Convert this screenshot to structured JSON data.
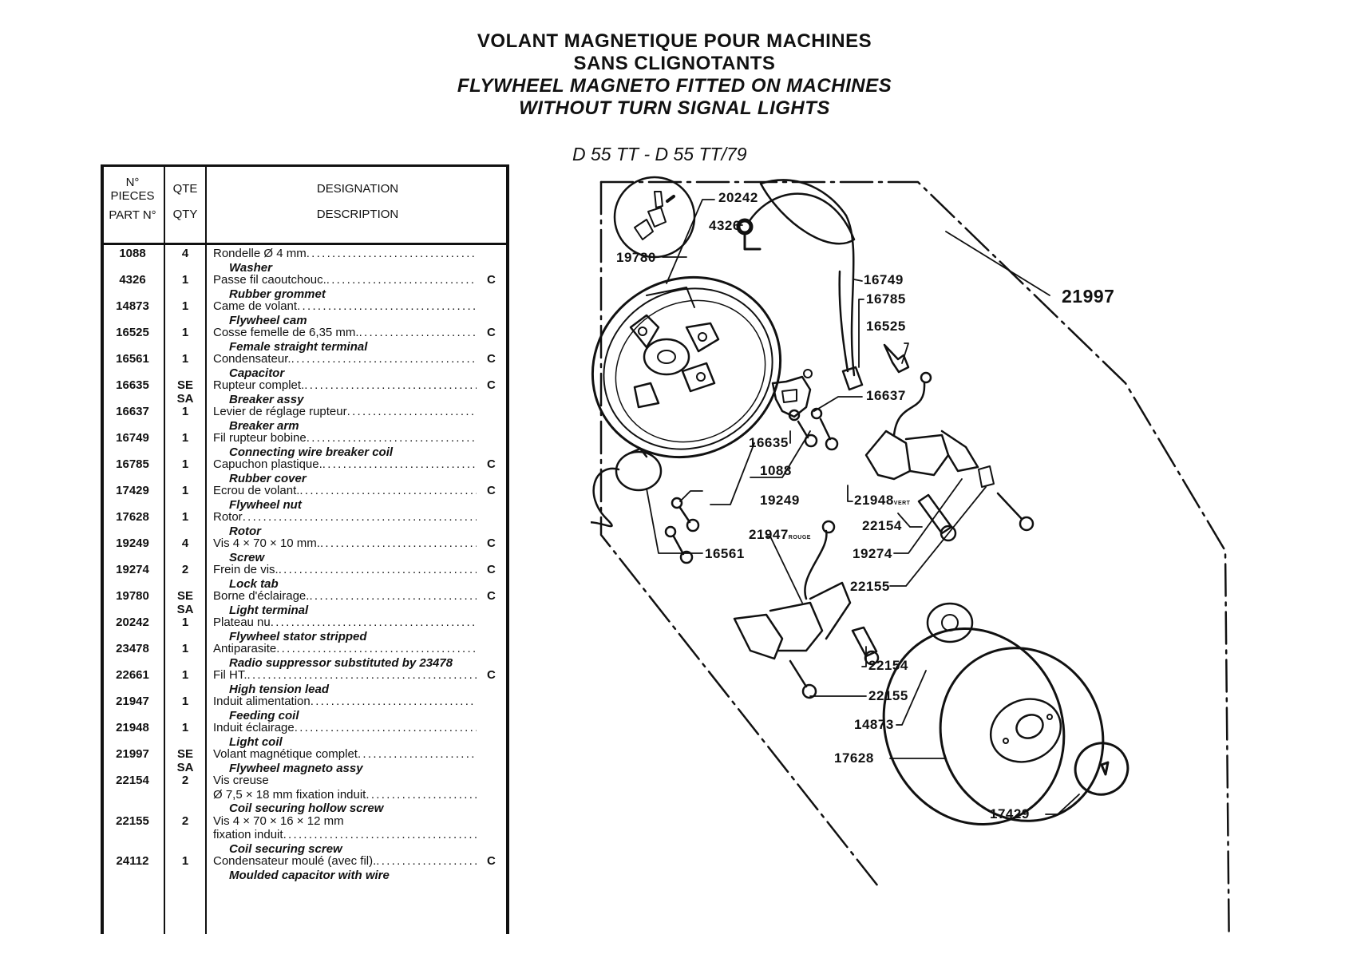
{
  "titles": {
    "line1": "VOLANT MAGNETIQUE POUR MACHINES",
    "line2": "SANS CLIGNOTANTS",
    "line3": "FLYWHEEL MAGNETO FITTED ON MACHINES",
    "line4": "WITHOUT TURN SIGNAL LIGHTS"
  },
  "model": "D 55 TT - D 55 TT/79",
  "table": {
    "headers": {
      "part_fr_1": "N°",
      "part_fr_2": "PIECES",
      "part_en": "PART N°",
      "qty_fr": "QTE",
      "qty_en": "QTY",
      "desc_fr": "DESIGNATION",
      "desc_en": "DESCRIPTION"
    },
    "rows": [
      {
        "part": "1088",
        "qty": "4",
        "qty2": "",
        "fr": "Rondelle Ø 4 mm",
        "fr2": "",
        "en": "Washer",
        "c": ""
      },
      {
        "part": "4326",
        "qty": "1",
        "qty2": "",
        "fr": "Passe fil caoutchouc.",
        "fr2": "",
        "en": "Rubber grommet",
        "c": "C"
      },
      {
        "part": "14873",
        "qty": "1",
        "qty2": "",
        "fr": "Came de volant",
        "fr2": "",
        "en": "Flywheel cam",
        "c": ""
      },
      {
        "part": "16525",
        "qty": "1",
        "qty2": "",
        "fr": "Cosse femelle de 6,35 mm.",
        "fr2": "",
        "en": "Female straight terminal",
        "c": "C"
      },
      {
        "part": "16561",
        "qty": "1",
        "qty2": "",
        "fr": "Condensateur.",
        "fr2": "",
        "en": "Capacitor",
        "c": "C"
      },
      {
        "part": "16635",
        "qty": "SE",
        "qty2": "SA",
        "fr": "Rupteur complet.",
        "fr2": "",
        "en": "Breaker assy",
        "c": "C"
      },
      {
        "part": "16637",
        "qty": "1",
        "qty2": "",
        "fr": "Levier de réglage rupteur",
        "fr2": "",
        "en": "Breaker arm",
        "c": ""
      },
      {
        "part": "16749",
        "qty": "1",
        "qty2": "",
        "fr": "Fil rupteur bobine",
        "fr2": "",
        "en": "Connecting wire breaker coil",
        "c": ""
      },
      {
        "part": "16785",
        "qty": "1",
        "qty2": "",
        "fr": "Capuchon plastique.",
        "fr2": "",
        "en": "Rubber cover",
        "c": "C"
      },
      {
        "part": "17429",
        "qty": "1",
        "qty2": "",
        "fr": "Ecrou de volant.",
        "fr2": "",
        "en": "Flywheel nut",
        "c": "C"
      },
      {
        "part": "17628",
        "qty": "1",
        "qty2": "",
        "fr": "Rotor",
        "fr2": "",
        "en": "Rotor",
        "c": ""
      },
      {
        "part": "19249",
        "qty": "4",
        "qty2": "",
        "fr": "Vis 4 × 70 × 10 mm.",
        "fr2": "",
        "en": "Screw",
        "c": "C"
      },
      {
        "part": "19274",
        "qty": "2",
        "qty2": "",
        "fr": "Frein de vis.",
        "fr2": "",
        "en": "Lock tab",
        "c": "C"
      },
      {
        "part": "19780",
        "qty": "SE",
        "qty2": "SA",
        "fr": "Borne d'éclairage.",
        "fr2": "",
        "en": "Light terminal",
        "c": "C"
      },
      {
        "part": "20242",
        "qty": "1",
        "qty2": "",
        "fr": "Plateau nu",
        "fr2": "",
        "en": "Flywheel stator stripped",
        "c": ""
      },
      {
        "part": "23478",
        "qty": "1",
        "qty2": "",
        "fr": "Antiparasite",
        "fr2": "",
        "en": "Radio suppressor substituted by 23478",
        "c": ""
      },
      {
        "part": "22661",
        "qty": "1",
        "qty2": "",
        "fr": "Fil HT.",
        "fr2": "",
        "en": "High tension lead",
        "c": "C"
      },
      {
        "part": "21947",
        "qty": "1",
        "qty2": "",
        "fr": "Induit alimentation",
        "fr2": "",
        "en": "Feeding coil",
        "c": ""
      },
      {
        "part": "21948",
        "qty": "1",
        "qty2": "",
        "fr": "Induit éclairage",
        "fr2": "",
        "en": "Light coil",
        "c": ""
      },
      {
        "part": "21997",
        "qty": "SE",
        "qty2": "SA",
        "fr": "Volant magnétique complet",
        "fr2": "",
        "en": "Flywheel magneto assy",
        "c": ""
      },
      {
        "part": "22154",
        "qty": "2",
        "qty2": "",
        "fr": "Vis creuse",
        "fr2": "Ø 7,5 × 18 mm fixation induit",
        "en": "Coil securing hollow screw",
        "c": ""
      },
      {
        "part": "22155",
        "qty": "2",
        "qty2": "",
        "fr": "Vis 4 × 70 × 16 × 12 mm",
        "fr2": "fixation induit",
        "en": "Coil securing screw",
        "c": ""
      },
      {
        "part": "24112",
        "qty": "1",
        "qty2": "",
        "fr": "Condensateur moulé (avec fil).",
        "fr2": "",
        "en": "Moulded capacitor with wire",
        "c": "C"
      }
    ]
  },
  "diagram": {
    "callouts": {
      "c20242": "20242",
      "c4326": "4326",
      "c19780": "19780",
      "c16749": "16749",
      "c16785": "16785",
      "c16525": "16525",
      "c21997": "21997",
      "c16637": "16637",
      "c16635": "16635",
      "c1088": "1088",
      "c19249": "19249",
      "c21948": "21948",
      "c21948_note": "VERT",
      "c21947": "21947",
      "c21947_note": "ROUGE",
      "c16561": "16561",
      "c22154a": "22154",
      "c19274": "19274",
      "c22155a": "22155",
      "c22154b": "22154",
      "c22155b": "22155",
      "c14873": "14873",
      "c17628": "17628",
      "c17429": "17429"
    }
  }
}
